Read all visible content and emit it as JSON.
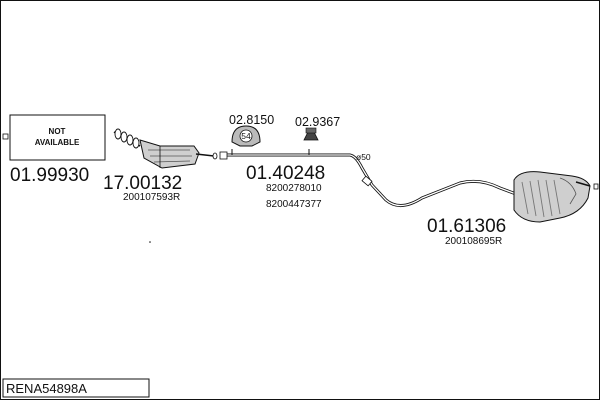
{
  "diagram": {
    "ref_code": "RENA54898A",
    "not_available_line1": "NOT",
    "not_available_line2": "AVAILABLE",
    "parts": [
      {
        "number": "01.99930",
        "subrefs": []
      },
      {
        "number": "17.00132",
        "subrefs": [
          "200107593R"
        ]
      },
      {
        "number": "01.40248",
        "subrefs": [
          "8200278010",
          "8200447377"
        ]
      },
      {
        "number": "01.61306",
        "subrefs": [
          "200108695R"
        ]
      }
    ],
    "accessories": [
      {
        "number": "02.8150",
        "badge": "54"
      },
      {
        "number": "02.9367"
      }
    ],
    "pipe_diameter": "ø50"
  },
  "colors": {
    "line": "#111111",
    "part_fill": "#cfcfcf",
    "part_shade": "#8a8a8a"
  }
}
